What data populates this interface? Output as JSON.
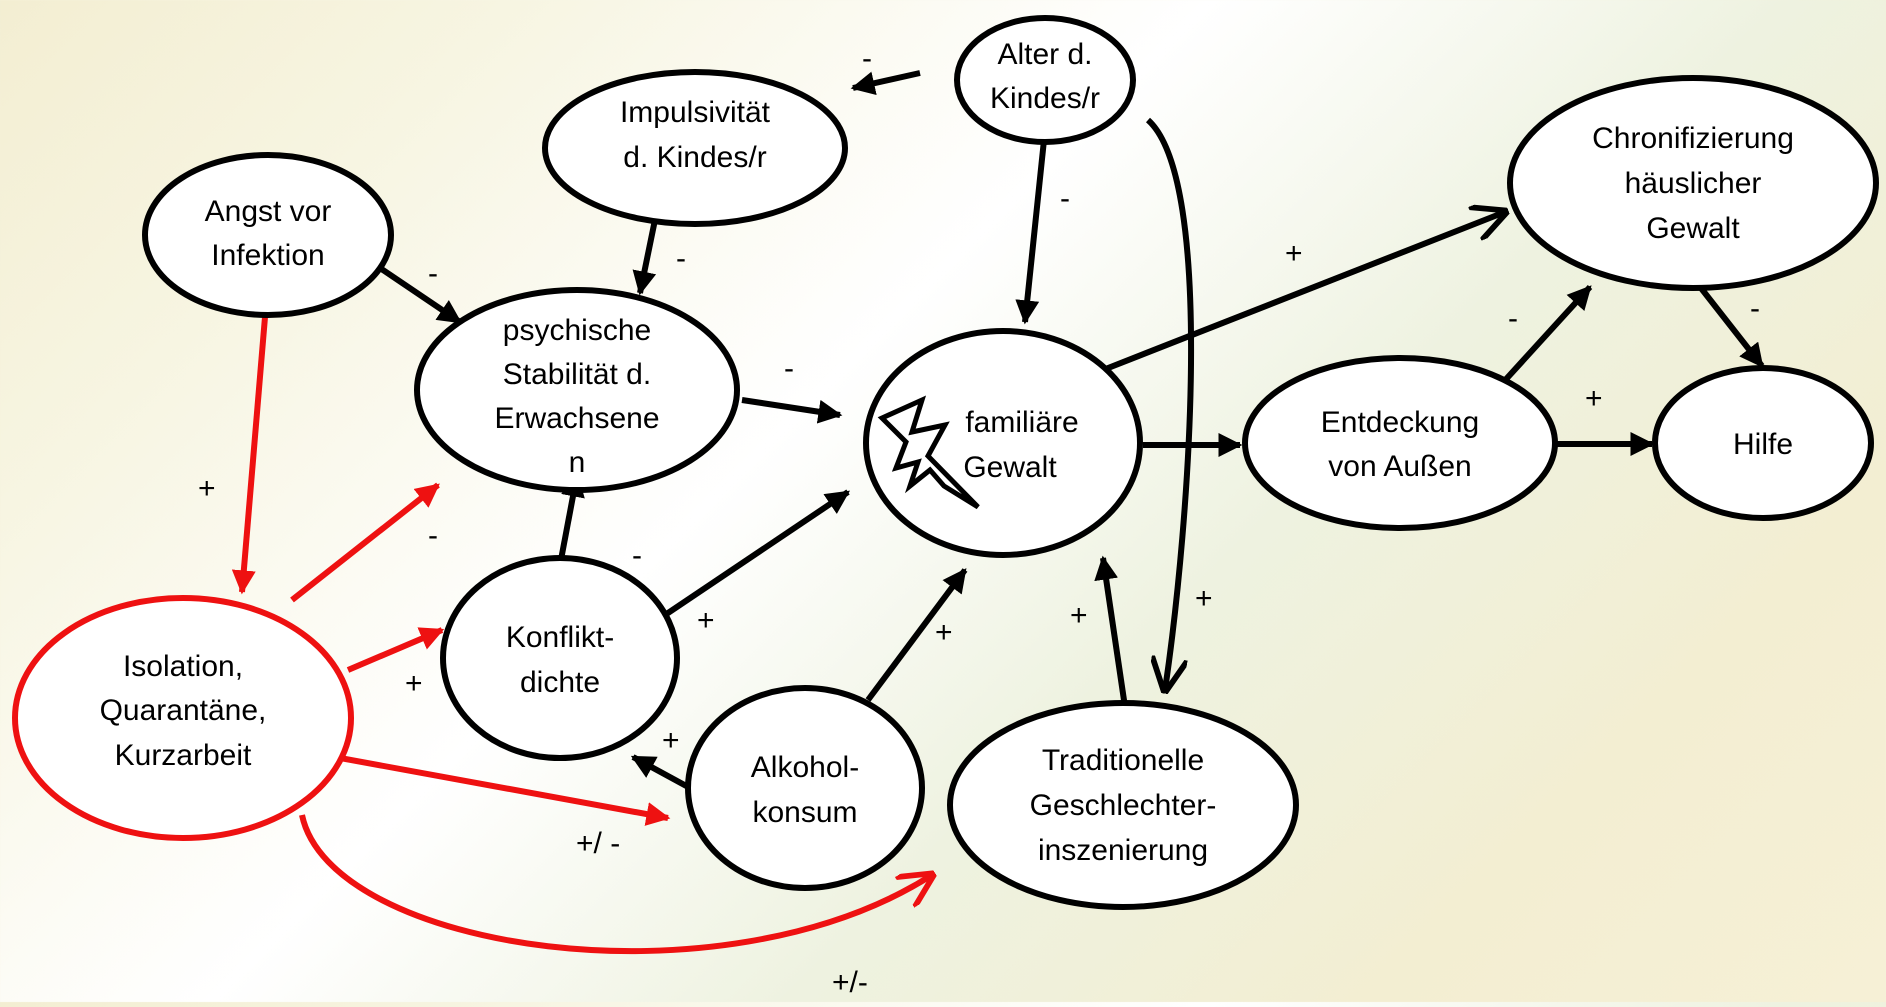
{
  "colors": {
    "black": "#000000",
    "red": "#ee1111"
  },
  "nodes": {
    "alter": {
      "lines": [
        "Alter d.",
        "Kindes/r"
      ]
    },
    "impulsivitaet": {
      "lines": [
        "Impulsivität",
        "d. Kindes/r"
      ]
    },
    "angst": {
      "lines": [
        "Angst vor",
        "Infektion"
      ]
    },
    "psychische": {
      "lines": [
        "psychische",
        "Stabilität d.",
        "Erwachsene",
        "n"
      ]
    },
    "gewalt": {
      "lines": [
        "familiäre",
        "Gewalt"
      ]
    },
    "entdeckung": {
      "lines": [
        "Entdeckung",
        "von Außen"
      ]
    },
    "chronifizierung": {
      "lines": [
        "Chronifizierung",
        "häuslicher",
        "Gewalt"
      ]
    },
    "hilfe": {
      "lines": [
        "Hilfe"
      ]
    },
    "isolation": {
      "lines": [
        "Isolation,",
        "Quarantäne,",
        "Kurzarbeit"
      ]
    },
    "konflikt": {
      "lines": [
        "Konflikt-",
        "dichte"
      ]
    },
    "alkohol": {
      "lines": [
        "Alkohol-",
        "konsum"
      ]
    },
    "traditionelle": {
      "lines": [
        "Traditionelle",
        "Geschlechter-",
        "inszenierung"
      ]
    }
  },
  "edge_labels": {
    "alter_impuls": "-",
    "alter_gewalt": "-",
    "alter_trad": "+",
    "impuls_psych": "-",
    "angst_psych": "-",
    "angst_isolation": "+",
    "psych_gewalt": "-",
    "isolation_psych": "-",
    "konflikt_psych": "-",
    "konflikt_gewalt": "+",
    "isolation_konflikt": "+",
    "alkohol_gewalt": "+",
    "alkohol_konflikt": "+",
    "isolation_alkohol": "+/ -",
    "isolation_trad": "+/-",
    "trad_gewalt": "+",
    "gewalt_chron": "+",
    "entdeckung_chron": "-",
    "entdeckung_hilfe": "+",
    "chron_hilfe": "-"
  }
}
